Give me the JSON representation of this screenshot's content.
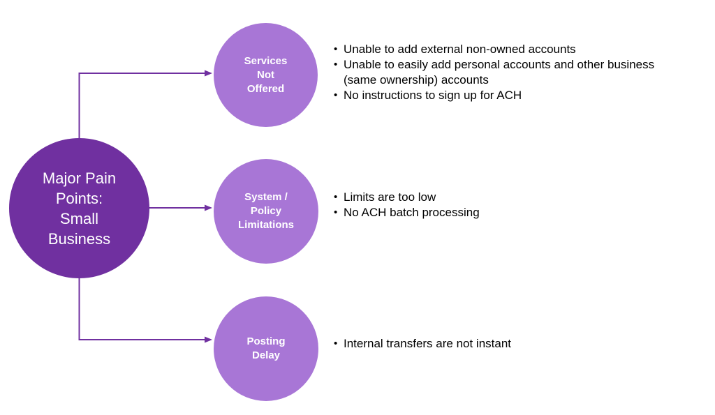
{
  "colors": {
    "root-fill": "#7030A0",
    "branch-fill": "#A876D6",
    "connector": "#7030A0",
    "circle-text": "#FFFFFF",
    "bullet-text": "#000000",
    "background": "#FFFFFF"
  },
  "ui": {
    "bullet_char": "•"
  },
  "diagram": {
    "type": "mind-map",
    "root": {
      "label": "Major Pain\nPoints:\nSmall\nBusiness"
    },
    "branches": [
      {
        "label": "Services\nNot\nOffered",
        "bullets": [
          "Unable to add external non-owned accounts",
          "Unable to easily add personal accounts and other business\n(same ownership) accounts",
          "No instructions to sign up for ACH"
        ]
      },
      {
        "label": "System /\nPolicy\nLimitations",
        "bullets": [
          "Limits are too low",
          "No ACH batch processing"
        ]
      },
      {
        "label": "Posting\nDelay",
        "bullets": [
          "Internal transfers are not instant"
        ]
      }
    ]
  }
}
